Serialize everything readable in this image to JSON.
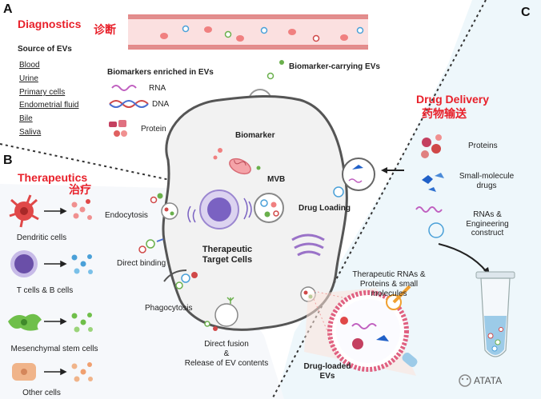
{
  "panels": {
    "a": {
      "letter": "A",
      "title": "Diagnostics",
      "title_cn": "诊断"
    },
    "b": {
      "letter": "B",
      "title": "Therapeutics",
      "title_cn": "治疗"
    },
    "c": {
      "letter": "C",
      "title": "Drug Delivery",
      "title_cn": "药物输送"
    }
  },
  "diagnostics": {
    "source_heading": "Source of EVs",
    "sources": [
      "Blood",
      "Urine",
      "Primary cells",
      "Endometrial fluid",
      "Bile",
      "Saliva"
    ],
    "biomarker_heading": "Biomarkers enriched in EVs",
    "biomarkers": [
      "RNA",
      "DNA",
      "Protein"
    ],
    "carrying_label": "Biomarker-carrying EVs"
  },
  "center": {
    "biomarker": "Biomarker",
    "mvb": "MVB",
    "drug_loading": "Drug Loading",
    "target_cells_line1": "Therapeutic",
    "target_cells_line2": "Target Cells",
    "endocytosis": "Endocytosis",
    "direct_binding": "Direct binding",
    "phagocytosis": "Phagocytosis",
    "fusion_line1": "Direct fusion",
    "fusion_line2": "&",
    "fusion_line3": "Release of EV contents"
  },
  "therapeutics": {
    "sources": [
      "Dendritic cells",
      "T cells & B cells",
      "Mesenchymal stem cells",
      "Other cells"
    ]
  },
  "drug_delivery": {
    "cargo": [
      "Proteins",
      "Small-molecule drugs",
      "RNAs & Engineering construct"
    ],
    "therapeutic_line1": "Therapeutic RNAs &",
    "therapeutic_line2": "Proteins & small",
    "therapeutic_line3": "molecules",
    "drug_loaded_line1": "Drug-loaded",
    "drug_loaded_line2": "EVs"
  },
  "watermark": "ATATA",
  "colors": {
    "accent_red": "#e8202a",
    "vessel": "#e58a8a",
    "cell_membrane": "#555555",
    "tube_liquid": "#9ccbe8",
    "dendritic": "#e04848",
    "t_cell": "#6a4fa8",
    "msc": "#6fbf4a",
    "other_cell": "#f0b48a"
  }
}
